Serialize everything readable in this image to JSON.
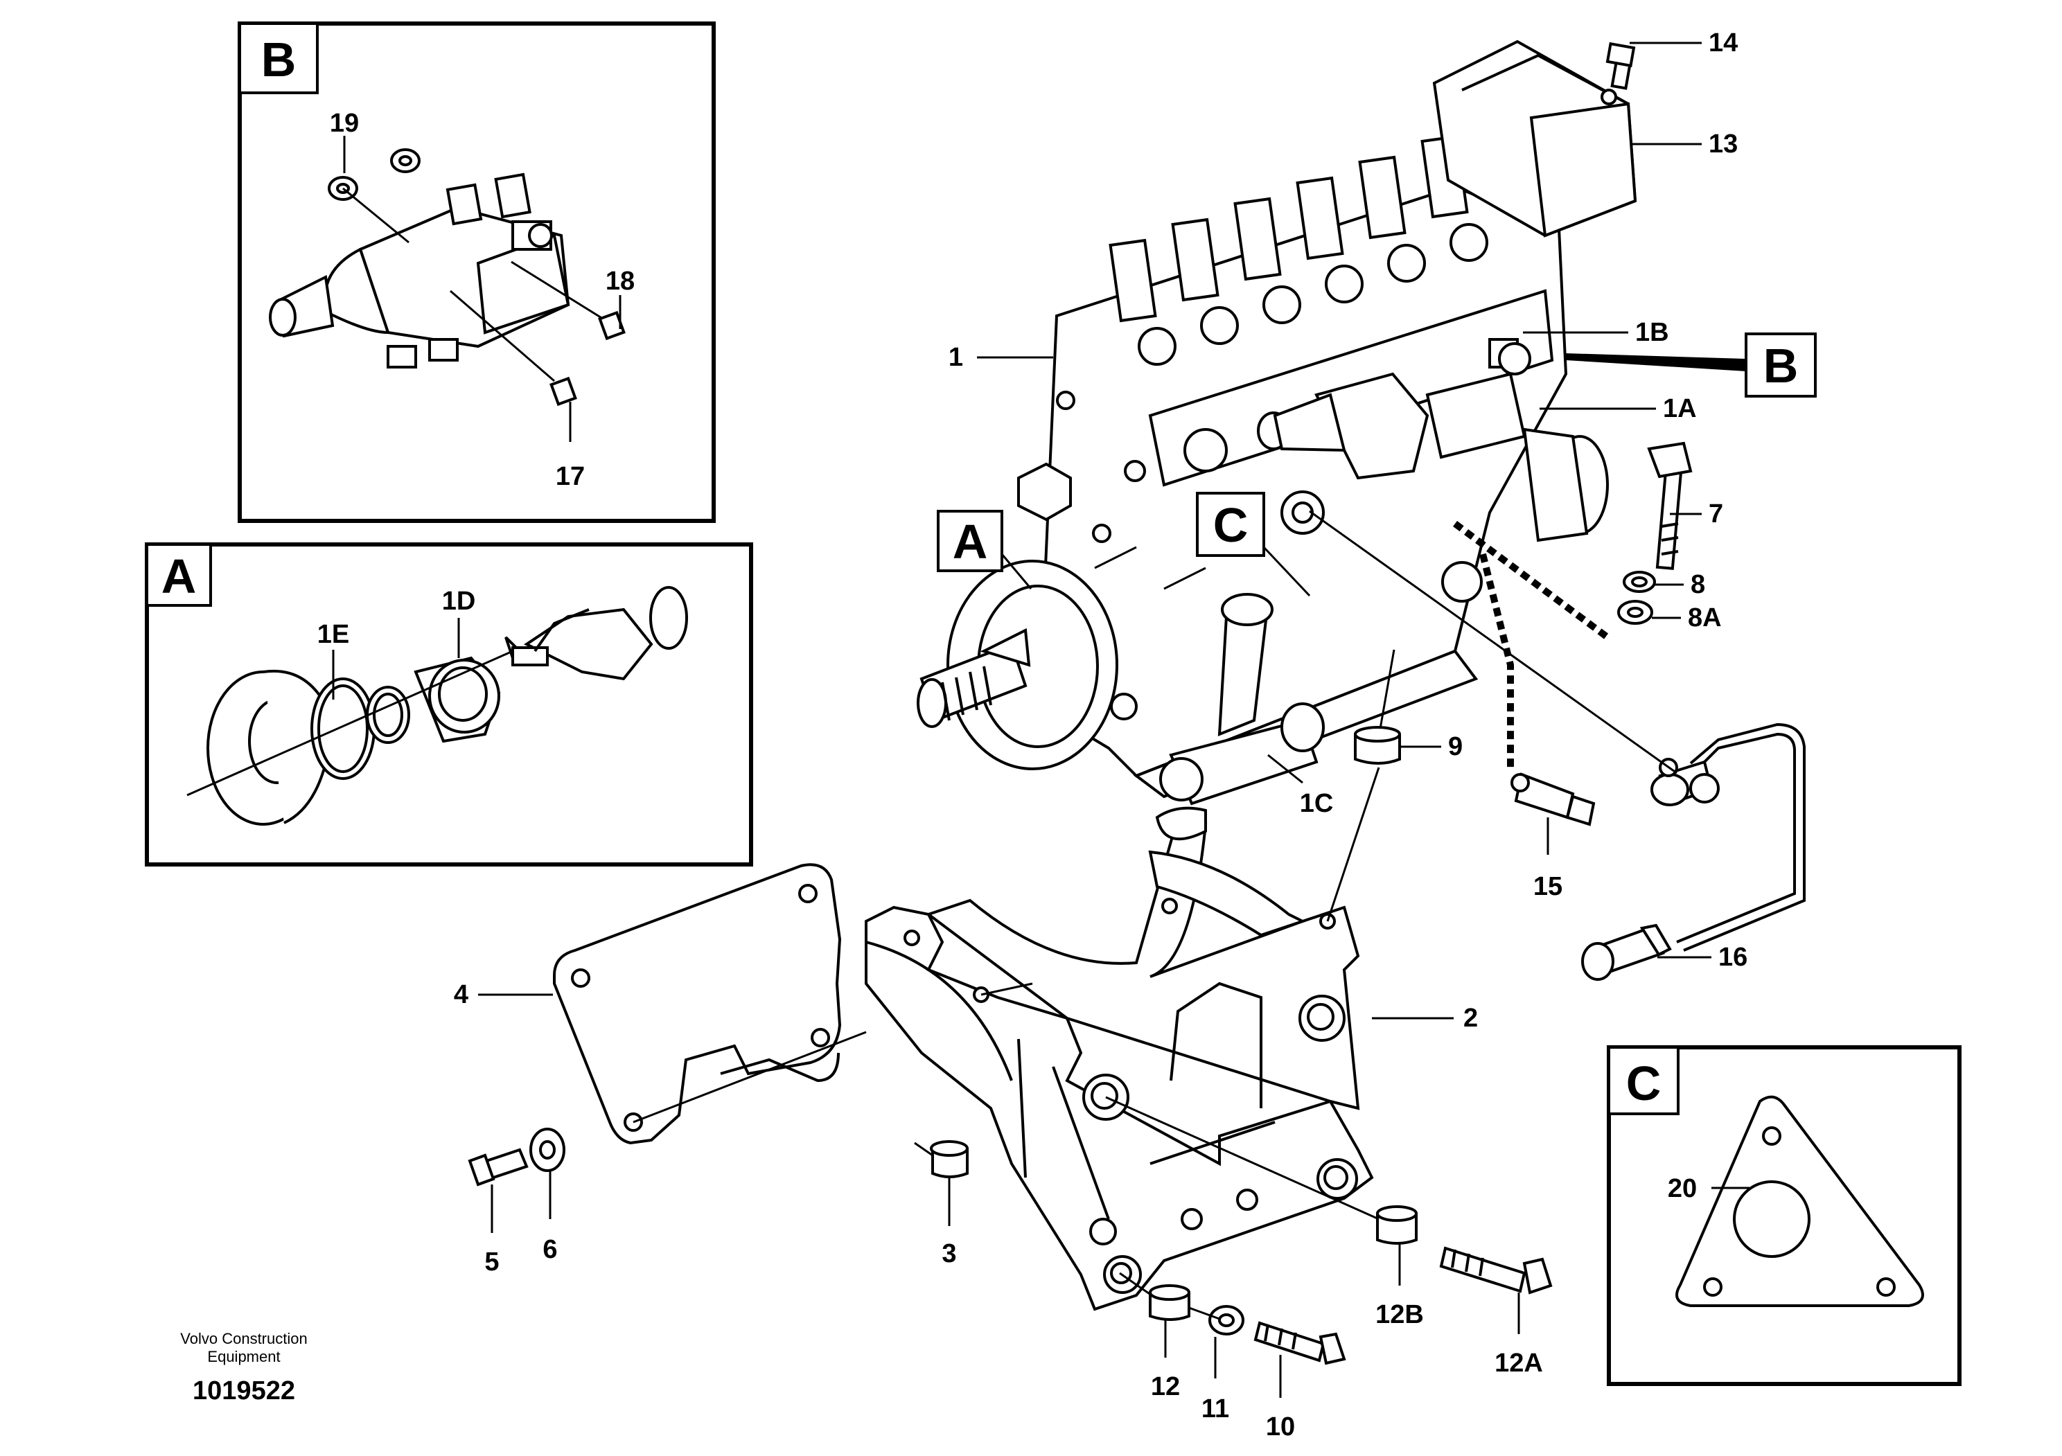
{
  "insets": {
    "A": {
      "label": "A"
    },
    "B": {
      "label": "B"
    },
    "C": {
      "label": "C"
    }
  },
  "callout_tags": {
    "A": "A",
    "B": "B",
    "C": "C"
  },
  "labels": {
    "n1": "1",
    "n1A": "1A",
    "n1B": "1B",
    "n1C": "1C",
    "n1D": "1D",
    "n1E": "1E",
    "n2": "2",
    "n3": "3",
    "n4": "4",
    "n5": "5",
    "n6": "6",
    "n7": "7",
    "n8": "8",
    "n8A": "8A",
    "n9": "9",
    "n10": "10",
    "n11": "11",
    "n12": "12",
    "n12A": "12A",
    "n12B": "12B",
    "n13": "13",
    "n14": "14",
    "n15": "15",
    "n16": "16",
    "n17": "17",
    "n18": "18",
    "n19": "19",
    "n20": "20"
  },
  "footer": {
    "company_line1": "Volvo Construction",
    "company_line2": "Equipment",
    "drawing_number": "1019522"
  }
}
